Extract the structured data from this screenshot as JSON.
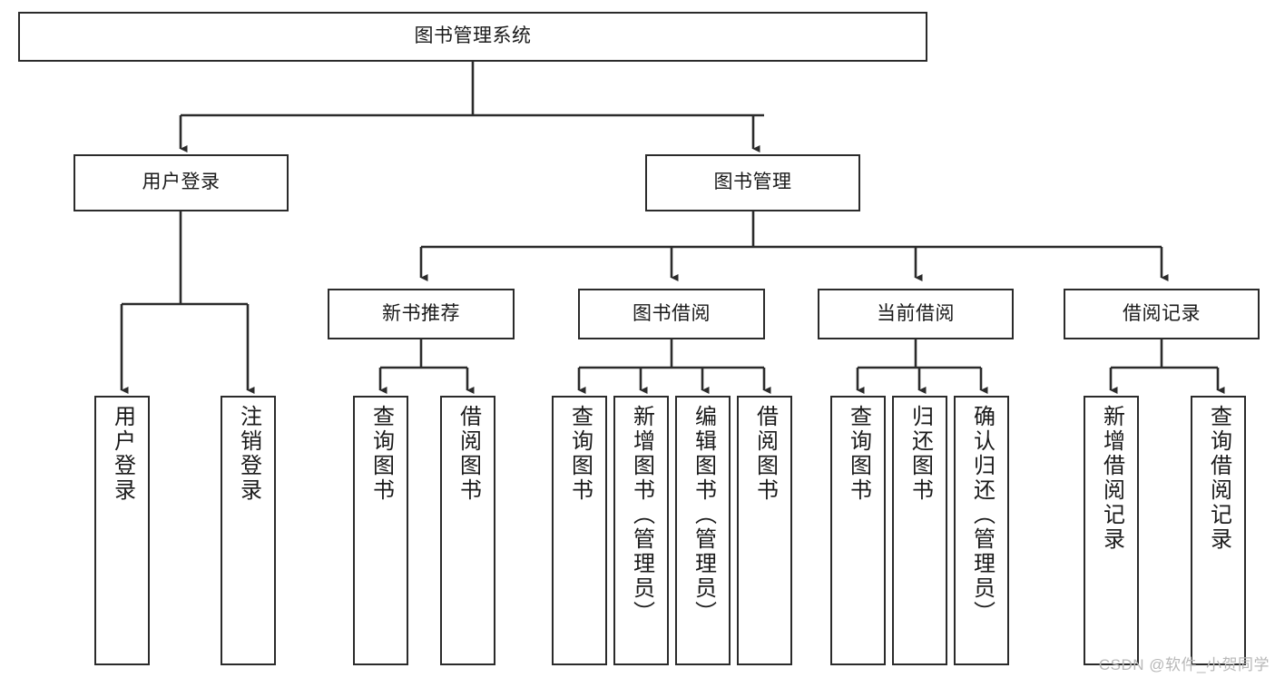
{
  "diagram": {
    "type": "tree-structure-chart",
    "title": "图书管理系统",
    "stroke_color": "#2b2b2b",
    "text_color": "#1a1a1a",
    "background_color": "#ffffff",
    "watermark": "CSDN @软件_小贺同学",
    "root": {
      "label": "图书管理系统"
    },
    "level1": [
      {
        "label": "用户登录"
      },
      {
        "label": "图书管理"
      }
    ],
    "level2": [
      {
        "label": "新书推荐"
      },
      {
        "label": "图书借阅"
      },
      {
        "label": "当前借阅"
      },
      {
        "label": "借阅记录"
      }
    ],
    "leaves": {
      "user_login": [
        {
          "label": "用户登录"
        },
        {
          "label": "注销登录"
        }
      ],
      "new_book_recommend": [
        {
          "label": "查询图书"
        },
        {
          "label": "借阅图书"
        }
      ],
      "book_borrow": [
        {
          "label": "查询图书"
        },
        {
          "label": "新增图书（管理员）"
        },
        {
          "label": "编辑图书（管理员）"
        },
        {
          "label": "借阅图书"
        }
      ],
      "current_borrow": [
        {
          "label": "查询图书"
        },
        {
          "label": "归还图书"
        },
        {
          "label": "确认归还（管理员）"
        }
      ],
      "borrow_record": [
        {
          "label": "新增借阅记录"
        },
        {
          "label": "查询借阅记录"
        }
      ]
    }
  }
}
